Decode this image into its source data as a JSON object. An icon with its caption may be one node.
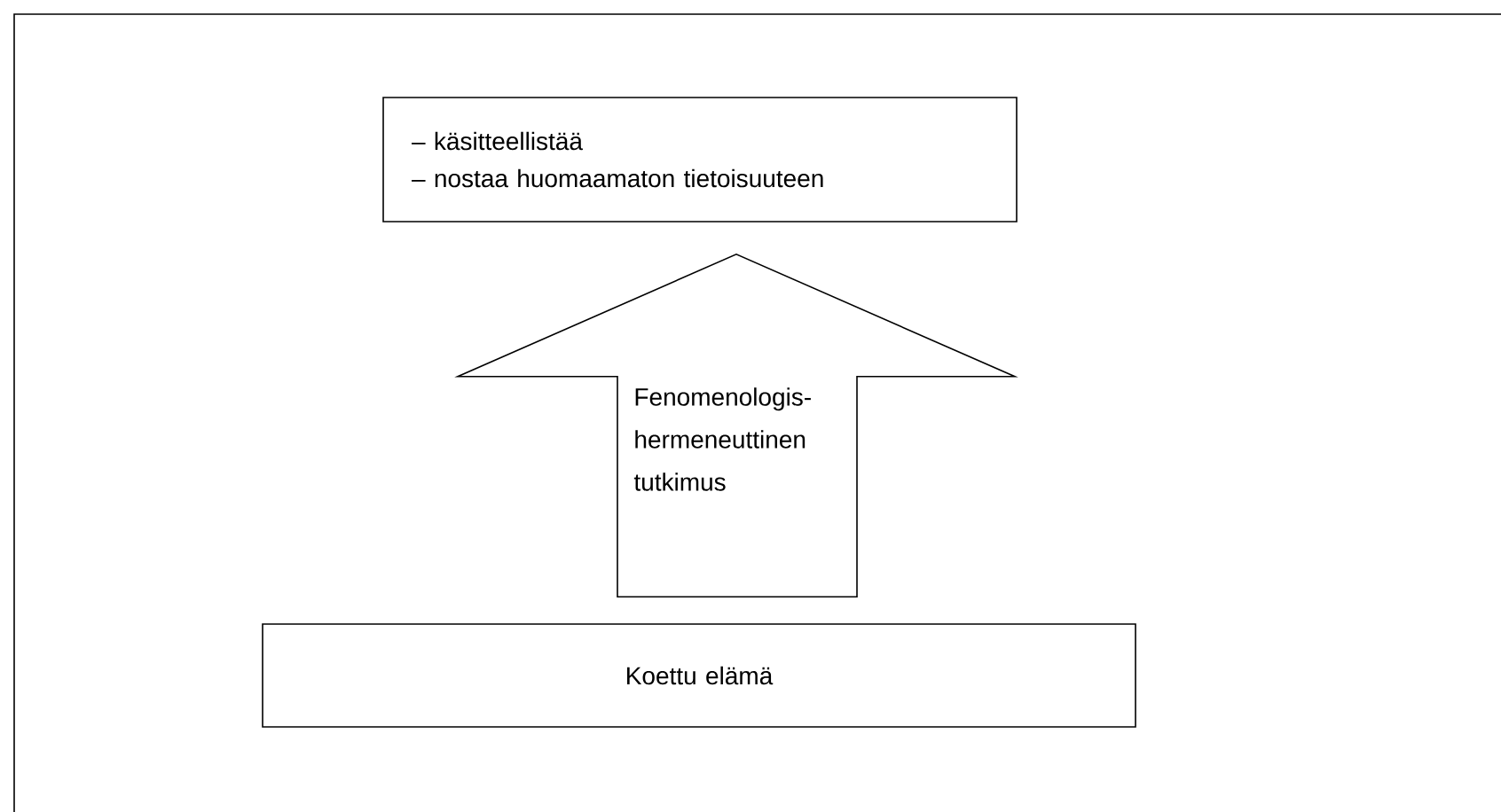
{
  "diagram": {
    "nodes": [
      {
        "text": [
          "– käsitteellistää",
          "– nostaa huomaamaton tietoisuuteen"
        ]
      },
      {
        "text": [
          "Koettu elämä"
        ]
      }
    ],
    "edges": [
      {
        "from": 1,
        "to": 0,
        "arrow": "to",
        "label": "Fenomenologis-hermeneuttinen tutkimus"
      }
    ]
  }
}
